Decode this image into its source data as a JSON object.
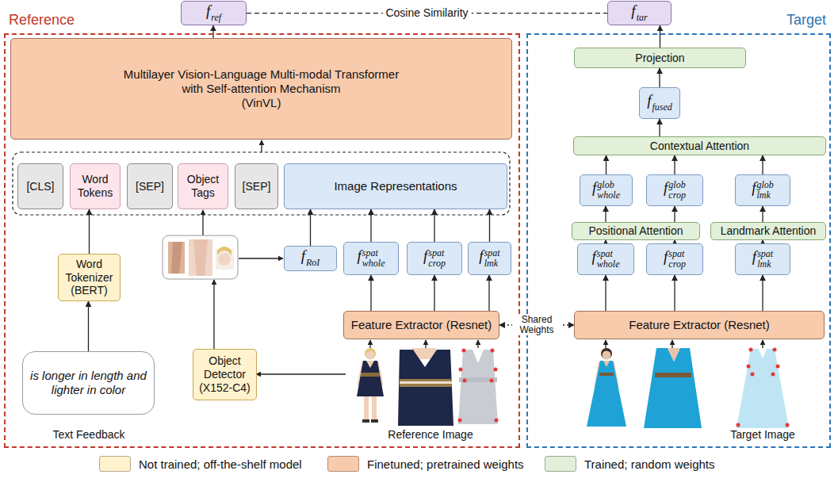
{
  "diagram": {
    "nodes": [
      {
        "text": [
          "Reference"
        ]
      },
      {
        "text": [
          "Multilayer Vision-Language Multi-modal Transformer",
          "with Self-attention Mechanism",
          "(VinVL)"
        ],
        "in": 0
      },
      {
        "text": [
          "[CLS]"
        ],
        "in": 0
      },
      {
        "text": [
          "Word Tokens"
        ],
        "in": 0
      },
      {
        "text": [
          "[SEP]"
        ],
        "in": 0
      },
      {
        "text": [
          "Object Tags"
        ],
        "in": 0
      },
      {
        "text": [
          "[SEP]"
        ],
        "in": 0
      },
      {
        "text": [
          "Image Representations"
        ],
        "in": 0
      },
      {
        "text": [
          "Word Tokenizer (BERT)"
        ],
        "in": 0
      },
      {
        "text": [
          "f",
          "RoI"
        ],
        "in": 0
      },
      {
        "text": [
          "f",
          "spat",
          "whole"
        ],
        "in": 0
      },
      {
        "text": [
          "f",
          "spat",
          "crop"
        ],
        "in": 0
      },
      {
        "text": [
          "f",
          "spat",
          "lmk"
        ],
        "in": 0
      },
      {
        "text": [
          "Feature Extractor (Resnet)"
        ],
        "in": 0
      },
      {
        "text": [
          "Object Detector (X152-C4)"
        ],
        "in": 0
      },
      {
        "text": [
          "is longer in length and lighter in color"
        ],
        "in": 0
      },
      {
        "text": [
          "f",
          "ref"
        ]
      },
      {
        "text": [
          "Target"
        ]
      },
      {
        "text": [
          "Projection"
        ],
        "in": 17
      },
      {
        "text": [
          "f",
          "fused"
        ],
        "in": 17
      },
      {
        "text": [
          "Contextual Attention"
        ],
        "in": 17
      },
      {
        "text": [
          "f",
          "glob",
          "whole"
        ],
        "in": 17
      },
      {
        "text": [
          "f",
          "glob",
          "crop"
        ],
        "in": 17
      },
      {
        "text": [
          "f",
          "glob",
          "lmk"
        ],
        "in": 17
      },
      {
        "text": [
          "Positional Attention"
        ],
        "in": 17
      },
      {
        "text": [
          "Landmark Attention"
        ],
        "in": 17
      },
      {
        "text": [
          "f",
          "spat",
          "whole"
        ],
        "in": 17
      },
      {
        "text": [
          "f",
          "spat",
          "crop"
        ],
        "in": 17
      },
      {
        "text": [
          "f",
          "spat",
          "lmk"
        ],
        "in": 17
      },
      {
        "text": [
          "Feature Extractor (Resnet)"
        ],
        "in": 17
      },
      {
        "text": [
          "f",
          "tar"
        ]
      }
    ],
    "edges": [
      {
        "from": 15,
        "to": 8,
        "arrow": "to"
      },
      {
        "from": 8,
        "to": 3,
        "arrow": "to"
      },
      {
        "from": 13,
        "to": 10,
        "arrow": "to"
      },
      {
        "from": 13,
        "to": 11,
        "arrow": "to"
      },
      {
        "from": 13,
        "to": 12,
        "arrow": "to"
      },
      {
        "from": 9,
        "to": 7,
        "arrow": "to"
      },
      {
        "from": 10,
        "to": 7,
        "arrow": "to"
      },
      {
        "from": 11,
        "to": 7,
        "arrow": "to"
      },
      {
        "from": 12,
        "to": 7,
        "arrow": "to"
      },
      {
        "from": 1,
        "to": 16,
        "arrow": "to"
      },
      {
        "from": 16,
        "to": 30,
        "label": "Cosine Similarity",
        "arrow": "none"
      },
      {
        "from": 13,
        "to": 29,
        "label": "Shared Weights",
        "arrow": "both"
      },
      {
        "from": 29,
        "to": 26,
        "arrow": "to"
      },
      {
        "from": 29,
        "to": 27,
        "arrow": "to"
      },
      {
        "from": 29,
        "to": 28,
        "arrow": "to"
      },
      {
        "from": 26,
        "to": 24,
        "arrow": "to"
      },
      {
        "from": 27,
        "to": 24,
        "arrow": "to"
      },
      {
        "from": 28,
        "to": 25,
        "arrow": "to"
      },
      {
        "from": 24,
        "to": 21,
        "arrow": "to"
      },
      {
        "from": 24,
        "to": 22,
        "arrow": "to"
      },
      {
        "from": 25,
        "to": 23,
        "arrow": "to"
      },
      {
        "from": 21,
        "to": 20,
        "arrow": "to"
      },
      {
        "from": 22,
        "to": 20,
        "arrow": "to"
      },
      {
        "from": 23,
        "to": 20,
        "arrow": "to"
      },
      {
        "from": 20,
        "to": 19,
        "arrow": "to"
      },
      {
        "from": 19,
        "to": 18,
        "arrow": "to"
      },
      {
        "from": 18,
        "to": 30,
        "arrow": "to"
      }
    ],
    "labels": [
      "Text Feedback",
      "Reference Image",
      "Target Image"
    ],
    "legend": [
      {
        "text": "Not trained; off-the-shelf model",
        "color": "#fff2cc"
      },
      {
        "text": "Finetuned; pretrained weights",
        "color": "#f8cbad"
      },
      {
        "text": "Trained; random weights",
        "color": "#e2f0d9"
      }
    ]
  }
}
